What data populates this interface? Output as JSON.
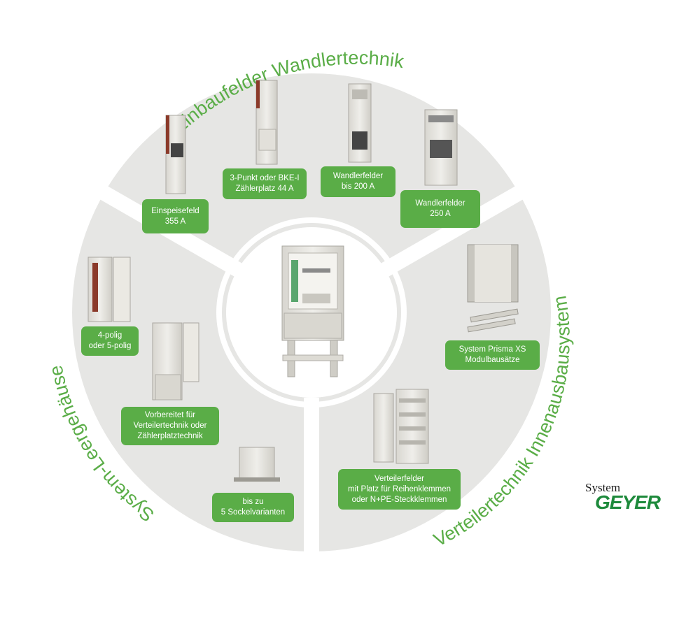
{
  "sections": [
    {
      "title": "Einbaufelder Wandlertechnik"
    },
    {
      "title": "Verteilertechnik Innenausbausystem"
    },
    {
      "title": "System-Leergehäuse"
    }
  ],
  "labels": [
    {
      "lines": [
        "Einspeisefeld",
        "355 A"
      ]
    },
    {
      "lines": [
        "3-Punkt oder BKE-I",
        "Zählerplatz 44 A"
      ]
    },
    {
      "lines": [
        "Wandlerfelder",
        "bis 200 A"
      ]
    },
    {
      "lines": [
        "Wandlerfelder",
        "250 A"
      ]
    },
    {
      "lines": [
        "System Prisma XS",
        "Modulbausätze"
      ]
    },
    {
      "lines": [
        "Verteilerfelder",
        "mit Platz für Reihenklemmen",
        "oder N+PE-Steckklemmen"
      ]
    },
    {
      "lines": [
        "4-polig",
        "oder 5-polig"
      ]
    },
    {
      "lines": [
        "Vorbereitet für",
        "Verteilertechnik oder",
        "Zählerplatztechnik"
      ]
    },
    {
      "lines": [
        "bis zu",
        "5 Sockelvarianten"
      ]
    }
  ],
  "logo": {
    "prefix": "System",
    "brand": "GEYER"
  },
  "colors": {
    "accent": "#5aad47",
    "ring": "#e6e6e4",
    "logo": "#1e8a3c"
  }
}
